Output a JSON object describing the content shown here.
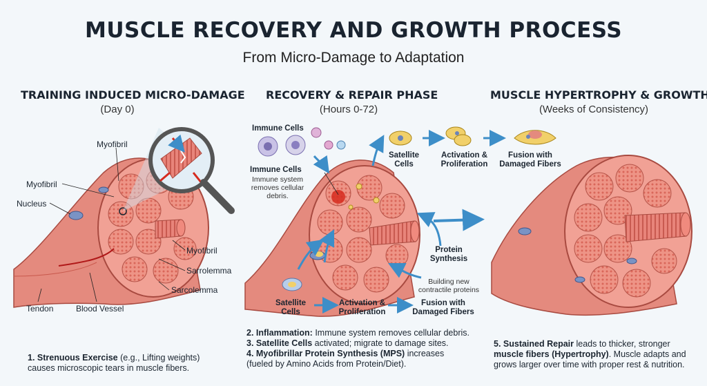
{
  "title": "MUSCLE RECOVERY AND GROWTH PROCESS",
  "subtitle": "From Micro-Damage to Adaptation",
  "panel1": {
    "heading": "TRAINING INDUCED MICRO-DAMAGE",
    "sub": "(Day 0)",
    "labels": {
      "myofibril_top": "Myofibril",
      "myofibril_left": "Myofibril",
      "nucleus": "Nucleus",
      "myofibril_right": "Myofibril",
      "sarrolemma": "Sarrolemma",
      "sarcolemma": "Sarcolemma",
      "tendon": "Tendon",
      "blood_vessel": "Blood Vessel"
    },
    "caption_bold": "1. Strenuous Exercise",
    "caption_line1_rest": " (e.g., Lifting weights)",
    "caption_line2": "causes microscopic tears in muscle fibers."
  },
  "panel2": {
    "heading": "RECOVERY & REPAIR PHASE",
    "sub": "(Hours 0-72)",
    "labels": {
      "immune_cells_top": "Immune Cells",
      "immune_cells_mid": "Immune Cells",
      "immune_desc": "Immune system removes cellular debris.",
      "satellite_cells_top": "Satellite Cells",
      "activation_top": "Activation & Proliferation",
      "fusion_top": "Fusion with Damaged Fibers",
      "protein_synthesis": "Protein Synthesis",
      "building": "Building new contractile proteins",
      "satellite_cells_bottom": "Satellite Cells",
      "activation_bottom": "Activation & Proliferation",
      "fusion_bottom": "Fusion with Damaged Fibers"
    },
    "captions": [
      {
        "bold": "2. Inflammation:",
        "rest": " Immune system removes cellular debris."
      },
      {
        "bold": "3. Satellite Cells",
        "rest": " activated; migrate to damage sites."
      },
      {
        "bold": "4. Myofibrillar Protein Synthesis (MPS)",
        "rest": " increases"
      },
      {
        "bold": "",
        "rest": "(fueled by Amino Acids from Protein/Diet)."
      }
    ]
  },
  "panel3": {
    "heading": "MUSCLE HYPERTROPHY & GROWTH",
    "sub": "(Weeks of Consistency)",
    "caption_bold1": "5. Sustained Repair",
    "caption_rest1": " leads to thicker, stronger",
    "caption_bold2": "muscle fibers (Hypertrophy)",
    "caption_rest2": ". Muscle adapts and",
    "caption_line3": "grows larger over time with proper rest & nutrition."
  },
  "colors": {
    "muscle": "#e48a7e",
    "muscle_dark": "#c8584c",
    "fiber": "#f4a79a",
    "arrow": "#3d8ec8",
    "nucleus": "#7a93c4",
    "satellite": "#f1d06a",
    "damage": "#d62b1f"
  }
}
